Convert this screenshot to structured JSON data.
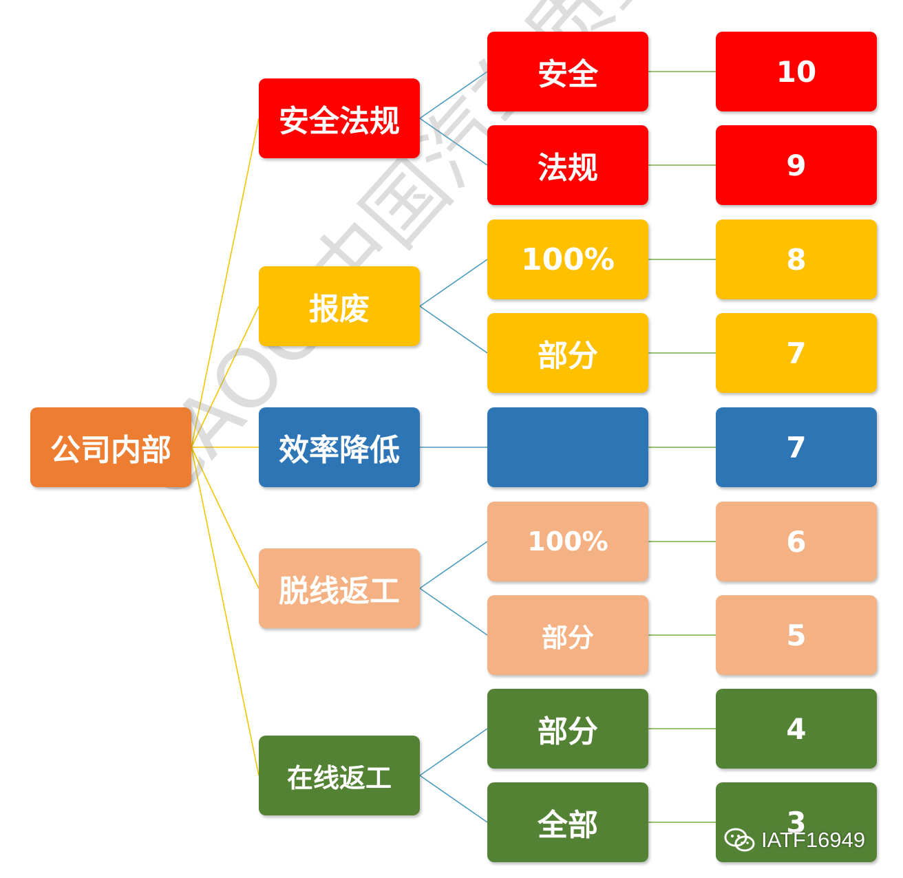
{
  "colors": {
    "red": "#ff0000",
    "yellow": "#ffc000",
    "blue": "#2e75b6",
    "peach": "#f4b183",
    "green": "#548235",
    "orange": "#ed7d31"
  },
  "root": {
    "label": "公司内部",
    "color": "#ed7d31"
  },
  "categories": [
    {
      "label": "安全法规",
      "color": "#ff0000",
      "children": [
        {
          "label": "安全",
          "score": "10"
        },
        {
          "label": "法规",
          "score": "9"
        }
      ]
    },
    {
      "label": "报废",
      "color": "#ffc000",
      "children": [
        {
          "label": "100%",
          "score": "8"
        },
        {
          "label": "部分",
          "score": "7"
        }
      ]
    },
    {
      "label": "效率降低",
      "color": "#2e75b6",
      "children": [
        {
          "label": "",
          "score": "7"
        }
      ]
    },
    {
      "label": "脱线返工",
      "color": "#f4b183",
      "children": [
        {
          "label": "100%",
          "score": "6"
        },
        {
          "label": "部分",
          "score": "5"
        }
      ]
    },
    {
      "label": "在线返工",
      "color": "#548235",
      "children": [
        {
          "label": "部分",
          "score": "4"
        },
        {
          "label": "全部",
          "score": "3"
        }
      ]
    }
  ],
  "watermark": "CAOC 中国汽车质量网 中汇",
  "footer": {
    "icon": "wechat-icon",
    "text": "IATF16949"
  }
}
